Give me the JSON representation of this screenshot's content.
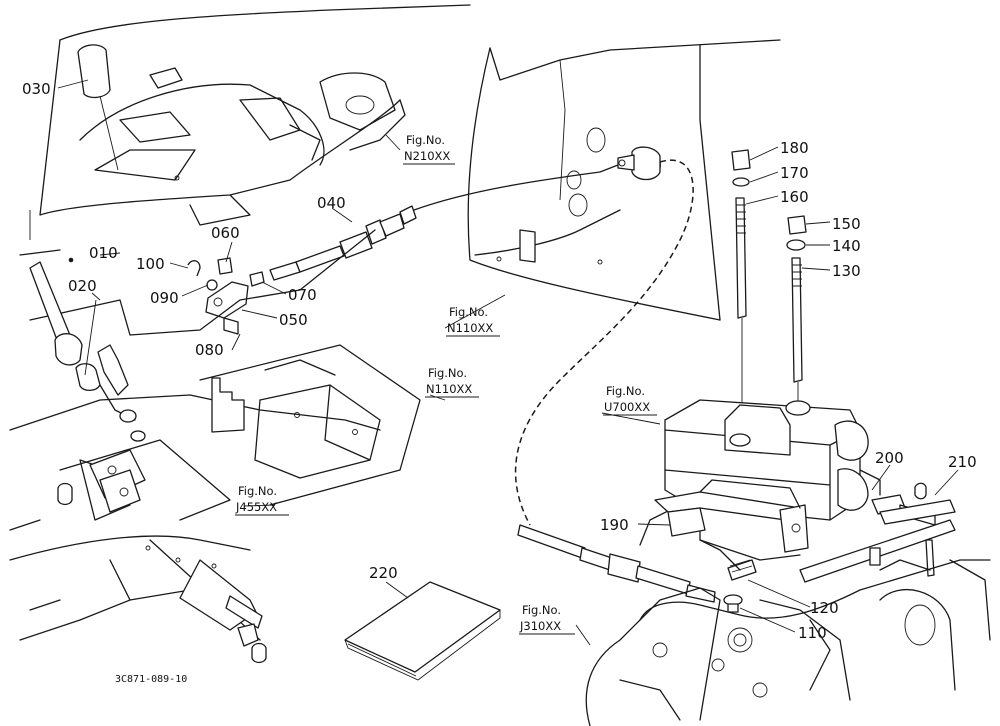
{
  "colors": {
    "line": "#1a1a1a",
    "background": "#ffffff"
  },
  "parts": {
    "p010": "010",
    "p020": "020",
    "p030": "030",
    "p040": "040",
    "p050": "050",
    "p060": "060",
    "p070": "070",
    "p080": "080",
    "p090": "090",
    "p100": "100",
    "p110": "110",
    "p120": "120",
    "p130": "130",
    "p140": "140",
    "p150": "150",
    "p160": "160",
    "p170": "170",
    "p180": "180",
    "p190": "190",
    "p200": "200",
    "p210": "210",
    "p220": "220"
  },
  "references": {
    "prefix": "Fig.No.",
    "n210": "N210XX",
    "n110_top": "N110XX",
    "n110_mid": "N110XX",
    "u700": "U700XX",
    "j455": "J455XX",
    "j310": "J310XX"
  },
  "drawing_code": "3C871-089-10"
}
